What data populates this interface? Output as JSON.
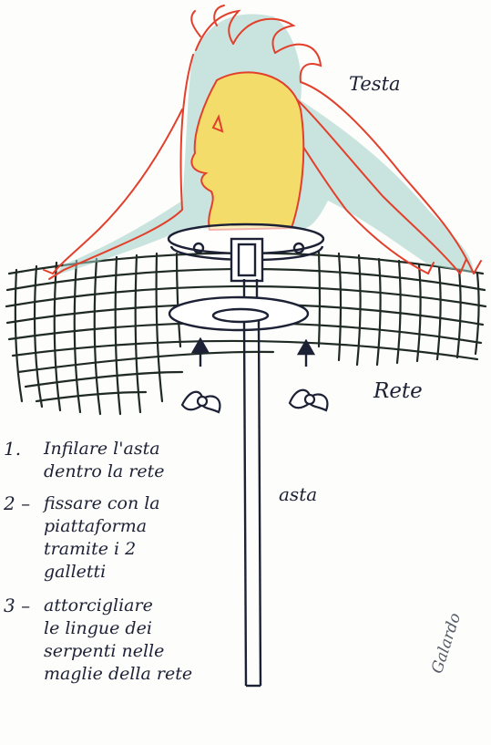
{
  "labels": {
    "head": "Testa",
    "net": "Rete",
    "rod": "asta",
    "signature": "Galardo"
  },
  "steps": [
    {
      "number": "1.",
      "lines": [
        "Infilare l'asta",
        "dentro la rete"
      ]
    },
    {
      "number": "2 –",
      "lines": [
        "fissare con la",
        "piattaforma",
        "tramite i 2",
        "galletti"
      ]
    },
    {
      "number": "3 –",
      "lines": [
        "attorcigliare",
        "le lingue dei",
        "serpenti nelle",
        "maglie della rete"
      ]
    }
  ],
  "colors": {
    "ink": "#1d2135",
    "serpent_outline": "#e2402c",
    "hair_fill": "#9ecfc6",
    "face_fill": "#f4dc6a",
    "net": "#1f2a22"
  }
}
